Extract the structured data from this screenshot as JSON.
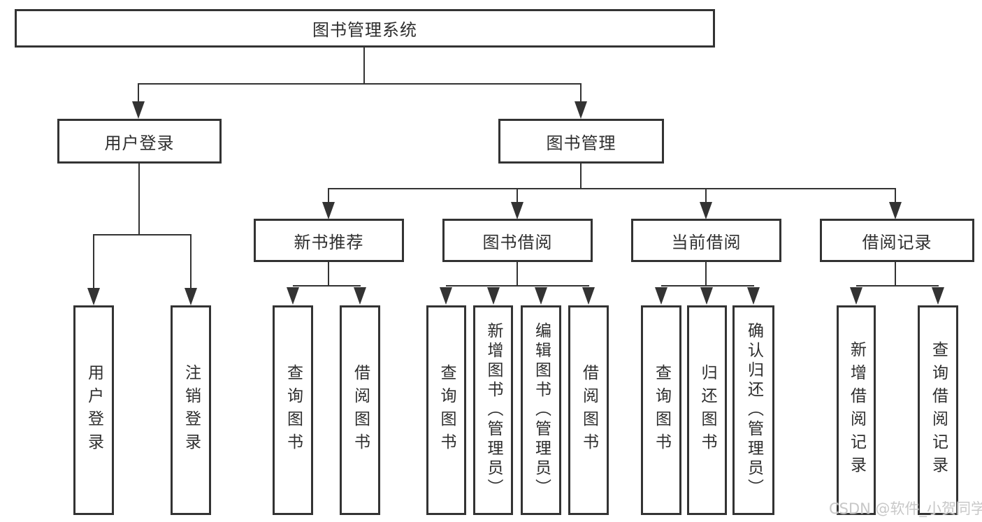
{
  "colors": {
    "line": "#333333",
    "text": "#2e2e2e",
    "watermark": "#c8c8c8",
    "background": "#ffffff"
  },
  "nodes": {
    "root": {
      "label": "图书管理系统"
    },
    "user_login": {
      "label": "用户登录"
    },
    "book_management": {
      "label": "图书管理"
    },
    "new_book_recommend": {
      "label": "新书推荐"
    },
    "book_borrow": {
      "label": "图书借阅"
    },
    "current_borrow": {
      "label": "当前借阅"
    },
    "borrow_record": {
      "label": "借阅记录"
    },
    "leaf_user_login": {
      "label": "用户登录"
    },
    "leaf_logout": {
      "label": "注销登录"
    },
    "leaf_query_book_recommend": {
      "label": "查询图书"
    },
    "leaf_borrow_book_recommend": {
      "label": "借阅图书"
    },
    "leaf_query_book_borrow": {
      "label": "查询图书"
    },
    "leaf_add_book_admin": {
      "label": "新增图书（管理员）"
    },
    "leaf_edit_book_admin": {
      "label": "编辑图书（管理员）"
    },
    "leaf_borrow_book_borrow": {
      "label": "借阅图书"
    },
    "leaf_query_book_current": {
      "label": "查询图书"
    },
    "leaf_return_book": {
      "label": "归还图书"
    },
    "leaf_confirm_return_admin": {
      "label": "确认归还（管理员）"
    },
    "leaf_add_borrow_record": {
      "label": "新增借阅记录"
    },
    "leaf_query_borrow_record": {
      "label": "查询借阅记录"
    }
  },
  "watermark": {
    "text": "CSDN @软件_小贺同学"
  }
}
